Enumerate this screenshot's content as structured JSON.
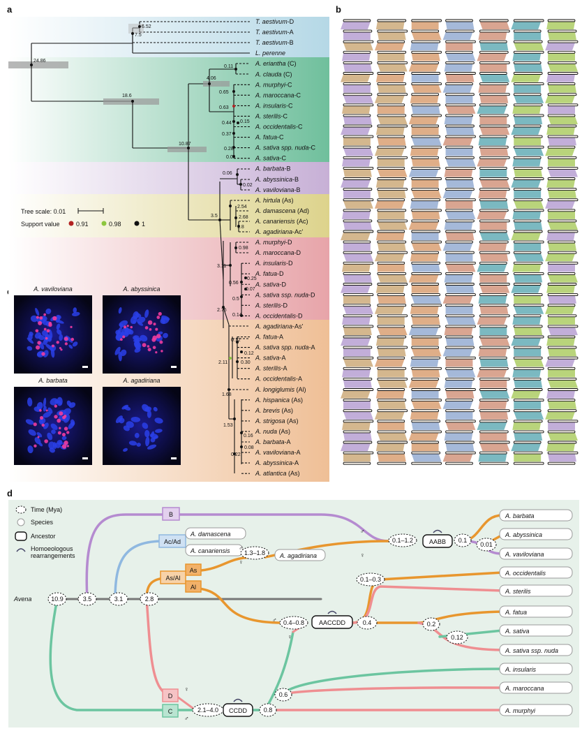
{
  "panels": {
    "a": "a",
    "b": "b",
    "c": "c",
    "d": "d"
  },
  "tree": {
    "taxa": [
      "T. aestivum-D",
      "T. aestivum-A",
      "T. aestivum-B",
      "L. perenne",
      "A. eriantha (C)",
      "A. clauda (C)",
      "A. murphyi-C",
      "A. maroccana-C",
      "A. insularis-C",
      "A. sterilis-C",
      "A. occidentalis-C",
      "A. fatua-C",
      "A. sativa spp. nuda-C",
      "A. sativa-C",
      "A. barbata-B",
      "A. abyssinica-B",
      "A. vaviloviana-B",
      "A. hirtula (As)",
      "A. damascena (Ad)",
      "A. canariensis (Ac)",
      "A. agadiriana-Ac'",
      "A. murphyi-D",
      "A. maroccana-D",
      "A. insularis-D",
      "A. fatua-D",
      "A. sativa-D",
      "A. sativa ssp. nuda-D",
      "A. sterilis-D",
      "A. occidentalis-D",
      "A. agadiriana-As'",
      "A. fatua-A",
      "A. sativa spp. nuda-A",
      "A. sativa-A",
      "A. sterilis-A",
      "A. occidentalis-A",
      "A. longiglumis (Al)",
      "A. hispanica (As)",
      "A. brevis (As)",
      "A. strigosa (As)",
      "A. nuda (As)",
      "A. barbata-A",
      "A. vaviloviana-A",
      "A. abyssinica-A",
      "A. atlantica (As)"
    ],
    "node_labels": [
      "6.52",
      "7.5",
      "24.86",
      "18.6",
      "10.87",
      "4.06",
      "0.11",
      "0.65",
      "0.63",
      "0.44",
      "0.15",
      "0.37",
      "0.28",
      "0.01",
      "0.06",
      "0.02",
      "3.5",
      "2.54",
      "2.68",
      "1.8",
      "0.98",
      "3.11",
      "0.56",
      "0.07",
      "0.25",
      "0.5",
      "2.75",
      "0.14",
      "0.12",
      "0.12",
      "0.30",
      "2.11",
      "1.68",
      "1.53",
      "0.16",
      "0.08",
      "0.22"
    ],
    "tree_scale": "Tree scale: 0.01",
    "support_label": "Support value",
    "support": [
      {
        "value": "0.91",
        "color": "#b22222"
      },
      {
        "value": "0.98",
        "color": "#8dc63f"
      },
      {
        "value": "1",
        "color": "#111111"
      }
    ],
    "clade_colors": {
      "wheat": "#b9d9e4",
      "C": "#7cc3a6",
      "B": "#c9b3d8",
      "As": "#e2d89a",
      "D": "#e8a9ad",
      "A": "#f0c39c"
    }
  },
  "micrographs": [
    {
      "title": "A. vaviloviana"
    },
    {
      "title": "A. abyssinica"
    },
    {
      "title": "A. barbata"
    },
    {
      "title": "A. agadiriana"
    }
  ],
  "synteny": {
    "colors": [
      "#b39ad0",
      "#c9a572",
      "#d79a6a",
      "#8fa7cf",
      "#cf8f75",
      "#5aa7b2",
      "#a8c95a"
    ]
  },
  "network": {
    "legend": [
      "Time (Mya)",
      "Species",
      "Ancestor",
      "Homoeologous\nrearrangements"
    ],
    "genome_boxes": [
      "B",
      "Ac/Ad",
      "As",
      "As/Al",
      "Al",
      "D",
      "C"
    ],
    "species_left": [
      "A. damascena",
      "A. canariensis",
      "A. agadiriana"
    ],
    "ancestors": [
      "AABB",
      "AACCDD",
      "CCDD"
    ],
    "times": [
      "10.9",
      "3.5",
      "3.1",
      "2.8",
      "1.3–1.8",
      "0.1–1.2",
      "0.1",
      "0.01",
      "0.1–0.3",
      "0.4–0.8",
      "0.4",
      "0.2",
      "0.12",
      "0.6",
      "2.1–4.0",
      "0.8"
    ],
    "root_label": "Avena",
    "species_right": [
      "A. barbata",
      "A. abyssinica",
      "A. vaviloviana",
      "A. occidentalis",
      "A. sterilis",
      "A. fatua",
      "A. sativa",
      "A. sativa ssp. nuda",
      "A. insularis",
      "A. maroccana",
      "A. murphyi"
    ],
    "male": "♂",
    "female": "♀",
    "colors": {
      "B": "#b58bd0",
      "AcAd": "#8fb8e0",
      "As": "#e8962e",
      "D": "#ef8e91",
      "C": "#6cc5a0",
      "bg": "#e7f1ea"
    }
  }
}
